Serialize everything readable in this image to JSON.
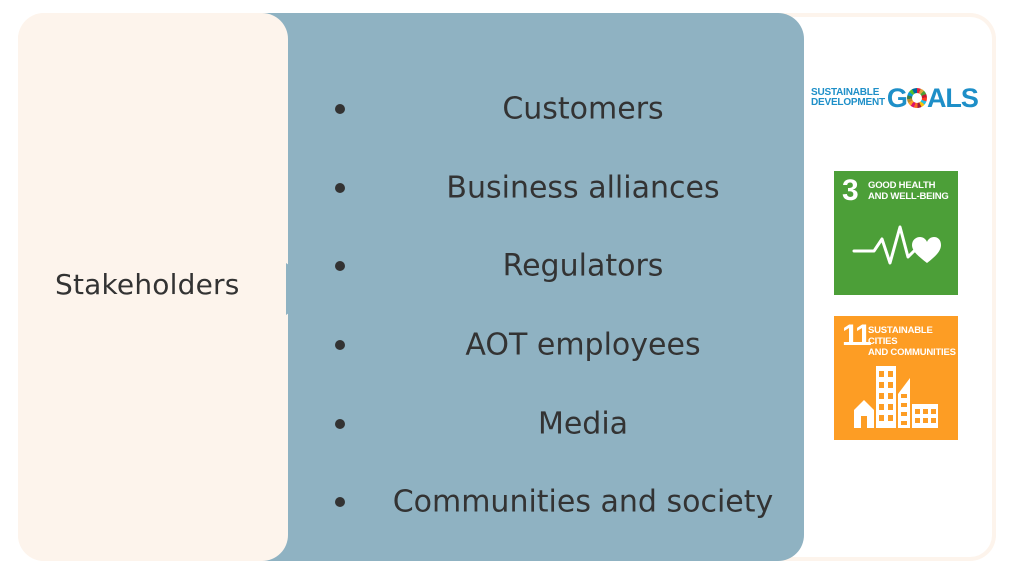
{
  "stakeholders_label": "Stakeholders",
  "stakeholder_list": [
    "Customers",
    "Business alliances",
    "Regulators",
    "AOT employees",
    "Media",
    "Communities and society"
  ],
  "sdg_logo": {
    "line1": "SUSTAINABLE",
    "line2": "DEVELOPMENT",
    "goals_prefix": "G",
    "goals_suffix": "ALS"
  },
  "sdg_tiles": [
    {
      "number": "3",
      "title_line1": "GOOD HEALTH",
      "title_line2": "AND WELL-BEING",
      "color": "#4c9f38",
      "icon": "heartbeat-icon"
    },
    {
      "number": "11",
      "title_line1": "SUSTAINABLE CITIES",
      "title_line2": "AND COMMUNITIES",
      "color": "#fd9d24",
      "icon": "city-buildings-icon"
    }
  ],
  "colors": {
    "cream_panel": "#fdf4ec",
    "blue_panel": "#8fb2c2",
    "text": "#333333",
    "sdg_blue": "#1e8fc8"
  }
}
